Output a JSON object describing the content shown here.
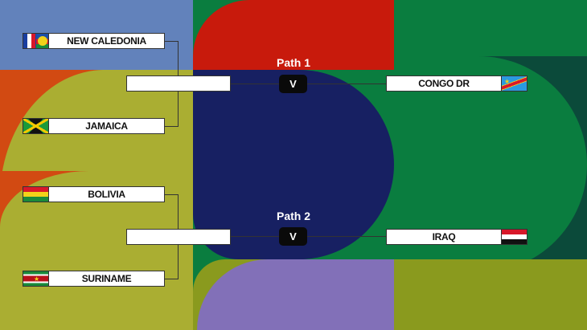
{
  "colors": {
    "blue": "#6282bb",
    "red": "#c81a0c",
    "green": "#0a7d3f",
    "darkgreen": "#0b4a3a",
    "navy": "#172062",
    "olive": "#aaae32",
    "purple": "#8270b8",
    "orange": "#d24a12"
  },
  "paths": [
    {
      "label": "Path 1",
      "vs": "V",
      "semifinal": [
        {
          "team": "NEW CALEDONIA",
          "flag": "new-caledonia-flag"
        },
        {
          "team": "JAMAICA",
          "flag": "jamaica-flag"
        }
      ],
      "winner": "",
      "opponent": {
        "team": "CONGO DR",
        "flag": "congo-dr-flag"
      }
    },
    {
      "label": "Path 2",
      "vs": "V",
      "semifinal": [
        {
          "team": "BOLIVIA",
          "flag": "bolivia-flag"
        },
        {
          "team": "SURINAME",
          "flag": "suriname-flag"
        }
      ],
      "winner": "",
      "opponent": {
        "team": "IRAQ",
        "flag": "iraq-flag"
      }
    }
  ]
}
